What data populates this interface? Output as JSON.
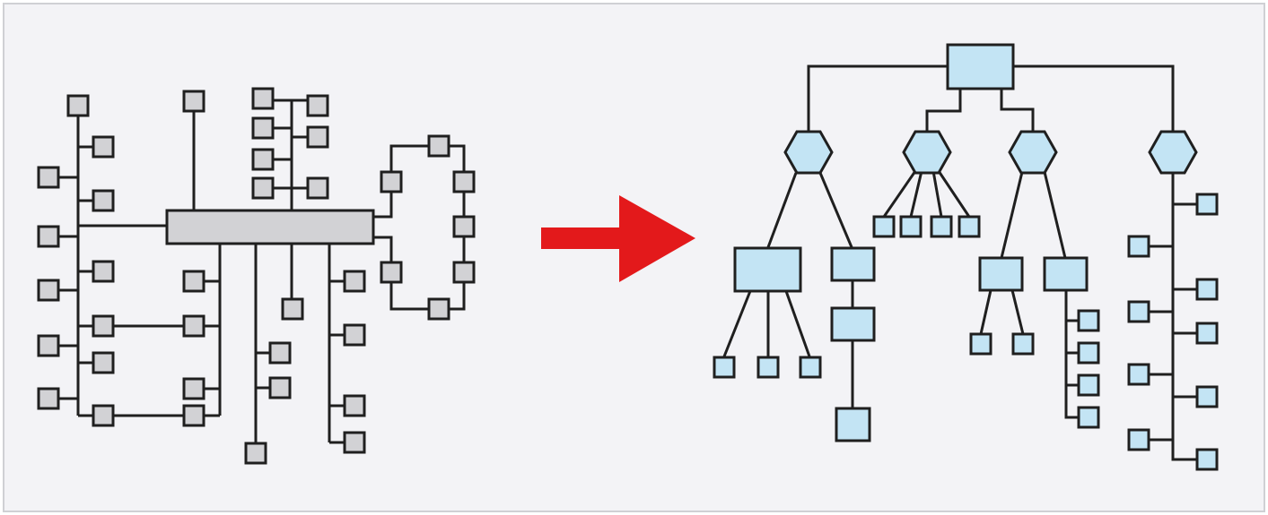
{
  "figure": {
    "description_visible_text": "",
    "colors": {
      "background": "#f3f3f6",
      "frame": "#cfd0d4",
      "line": "#1f1f1f",
      "messy_node_fill": "#d2d2d5",
      "tree_node_fill": "#c3e4f4",
      "arrow": "#e3191b"
    },
    "left_diagram": {
      "label": "",
      "node_shape": "square"
    },
    "arrow": {
      "direction": "right",
      "icon": "right-arrow-icon"
    },
    "right_diagram": {
      "label": "",
      "node_shapes": [
        "rectangle",
        "hexagon",
        "square"
      ]
    }
  }
}
